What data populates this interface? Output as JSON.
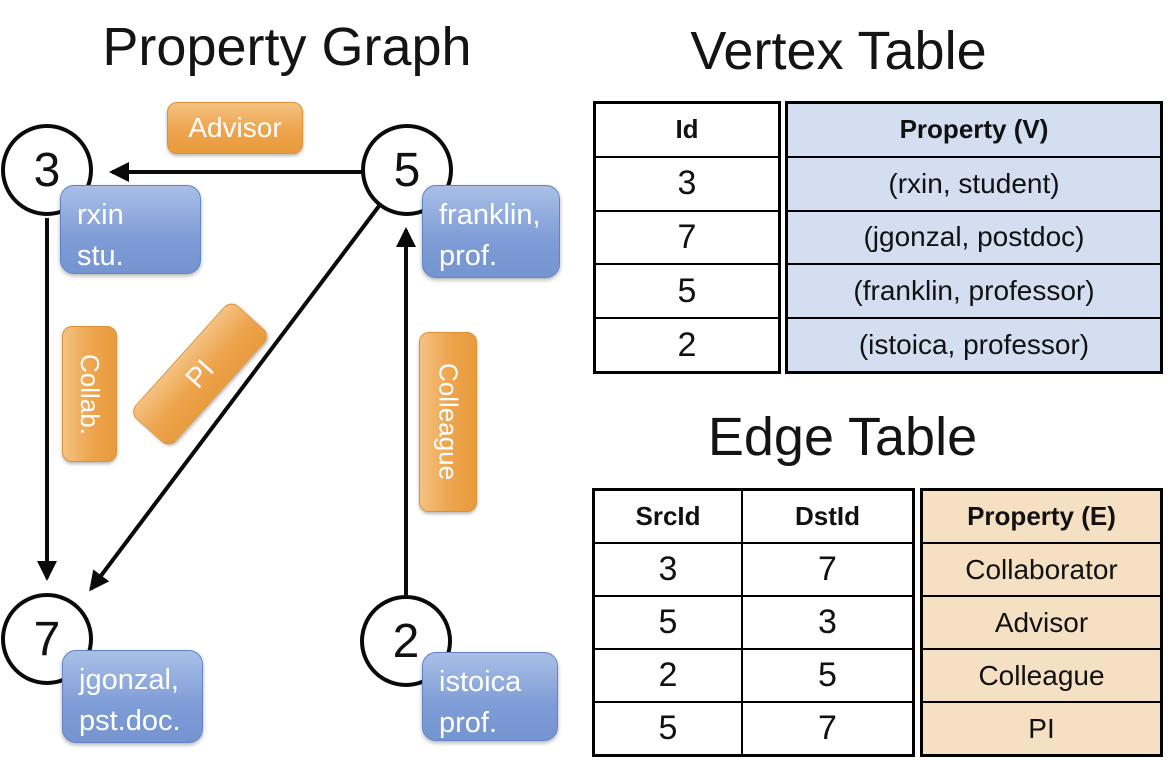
{
  "graph": {
    "title": "Property Graph",
    "nodes": [
      {
        "id": "3"
      },
      {
        "id": "5"
      },
      {
        "id": "7"
      },
      {
        "id": "2"
      }
    ],
    "node_properties": [
      {
        "lines": [
          "rxin",
          "stu."
        ]
      },
      {
        "lines": [
          "franklin,",
          "prof."
        ]
      },
      {
        "lines": [
          "jgonzal,",
          "pst.doc."
        ]
      },
      {
        "lines": [
          "istoica",
          "prof."
        ]
      }
    ],
    "edge_labels": {
      "advisor": "Advisor",
      "collab": "Collab.",
      "pi": "PI",
      "colleague": "Colleague"
    }
  },
  "vertex_table": {
    "title": "Vertex Table",
    "headers": {
      "id": "Id",
      "property": "Property (V)"
    },
    "rows": [
      {
        "id": "3",
        "property": "(rxin, student)"
      },
      {
        "id": "7",
        "property": "(jgonzal, postdoc)"
      },
      {
        "id": "5",
        "property": "(franklin, professor)"
      },
      {
        "id": "2",
        "property": "(istoica, professor)"
      }
    ]
  },
  "edge_table": {
    "title": "Edge Table",
    "headers": {
      "src": "SrcId",
      "dst": "DstId",
      "property": "Property (E)"
    },
    "rows": [
      {
        "src": "3",
        "dst": "7",
        "property": "Collaborator"
      },
      {
        "src": "5",
        "dst": "3",
        "property": "Advisor"
      },
      {
        "src": "2",
        "dst": "5",
        "property": "Colleague"
      },
      {
        "src": "5",
        "dst": "7",
        "property": "PI"
      }
    ]
  },
  "colors": {
    "edge_label_fill": "#EDA44C",
    "vertex_box_fill": "#7E9CD6",
    "vertex_table_property_fill": "#D3DEF1",
    "edge_table_property_fill": "#F5E0C3",
    "line_color": "#0A0A0A"
  }
}
